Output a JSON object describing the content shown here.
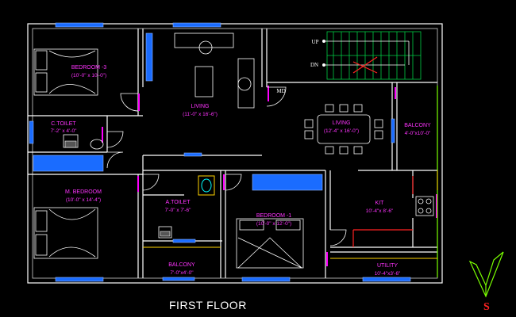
{
  "title": "FIRST FLOOR",
  "compass_letter": "S",
  "stair_labels": {
    "up": "UP",
    "down": "DN"
  },
  "door_tag": "MD",
  "rooms": {
    "bedroom3": {
      "name": "BEDROOM -3",
      "size": "(10'-0\" x 10'-0\")"
    },
    "living_top": {
      "name": "LIVING",
      "size": "(11'-0\" x 16'-6\")"
    },
    "living_mid": {
      "name": "LIVING",
      "size": "(12'-4\" x 16'-0\")"
    },
    "balcony_right": {
      "name": "BALCONY",
      "size": "4'-0\"x10'-0\""
    },
    "ctoilet": {
      "name": "C.TOILET",
      "size": "7'-2\" x 4'-0\""
    },
    "mbedroom": {
      "name": "M. BEDROOM",
      "size": "(10'-0\" x 14'-4\")"
    },
    "atoilet": {
      "name": "A.TOILET",
      "size": "7'-0\" x 7'-6\""
    },
    "bedroom1": {
      "name": "BEDROOM -1",
      "size": "(10'-0\" x 12'-0\")"
    },
    "kit": {
      "name": "KIT",
      "size": "10'-4\"x 8'-6\""
    },
    "balcony_bottom": {
      "name": "BALCONY",
      "size": "7'-0\"x4'-0\""
    },
    "utility": {
      "name": "UTILITY",
      "size": "10'-4\"x3'-6\""
    }
  },
  "colors": {
    "background": "#000000",
    "walls": "#ffffff",
    "labels": "#ff33ff",
    "windows": "#1a6cff",
    "stairs": "#00cc44",
    "compass": "#7aff00",
    "compass_letter": "#ff2222"
  }
}
